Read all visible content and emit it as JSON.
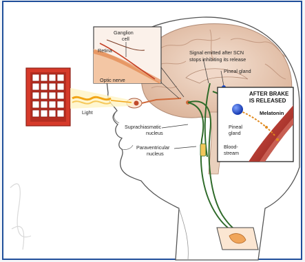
{
  "diagram": {
    "labels": {
      "ganglion_cell_line1": "Ganglion",
      "ganglion_cell_line2": "cell",
      "retina": "Retina",
      "optic_nerve": "Optic nerve",
      "signal_line1": "Signal emitted after SCN",
      "signal_line2": "stops inhibiting its release",
      "pineal_gland_main": "Pineal gland",
      "light": "Light",
      "scn_line1": "Suprachiasmatic",
      "scn_line2": "nucleus",
      "pvn_line1": "Paraventricular",
      "pvn_line2": "nucleus",
      "inset_title_line1": "AFTER BRAKE",
      "inset_title_line2": "IS RELEASED",
      "melatonin": "Melatonin",
      "inset_pineal_line1": "Pineal",
      "inset_pineal_line2": "gland",
      "blood_line1": "Blood-",
      "blood_line2": "stream"
    },
    "colors": {
      "frame": "#1f4e9a",
      "window": "#d63a2a",
      "pathway": "#2f6b2a",
      "tissue": "#e8a070",
      "blood_vessel": "#b8342c",
      "pineal_ball": "#1e4fd6",
      "brain": "#e7c9b4"
    }
  }
}
